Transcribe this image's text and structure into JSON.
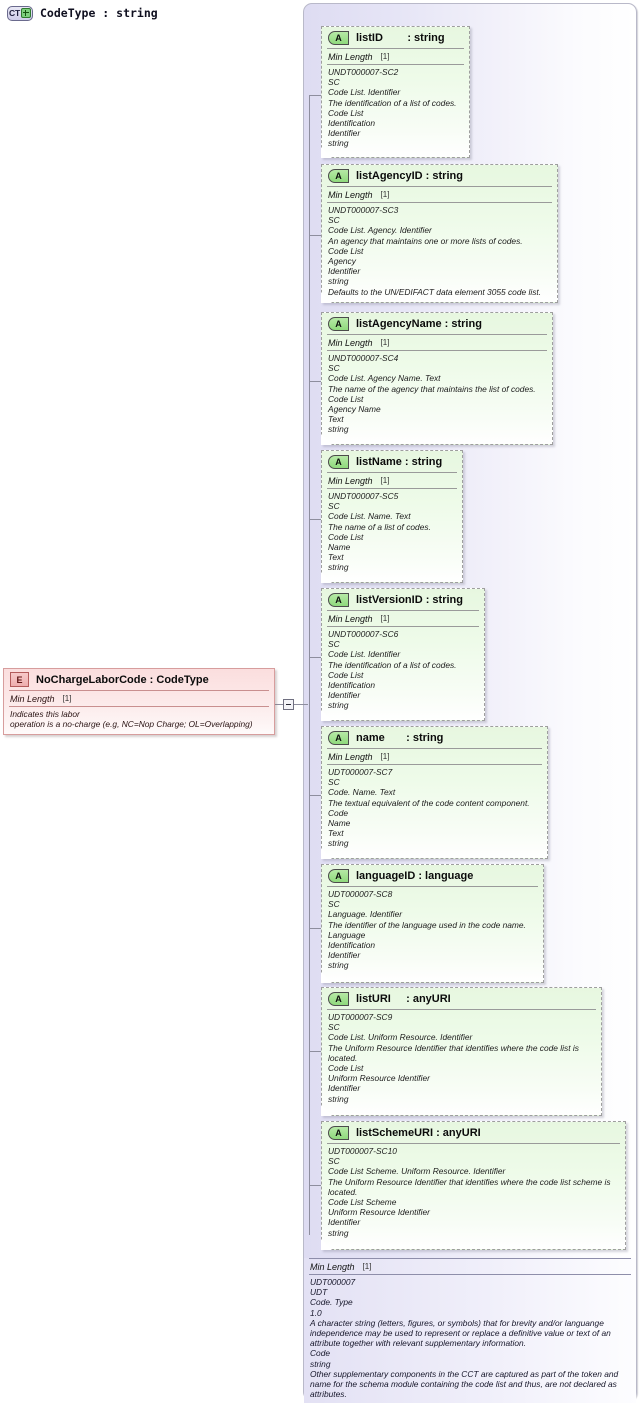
{
  "diagram": {
    "title": "XSD complexType CodeType diagram",
    "colors": {
      "attribute_fill": "#eefbe9",
      "element_fill": "#fce8e8",
      "container_fill": "#e6e5f6",
      "border": "#9e9e9e"
    }
  },
  "container": {
    "icon_label": "CT",
    "expand_icon": "plus-icon",
    "title": "CodeType : string"
  },
  "element": {
    "icon_label": "E",
    "title": "NoChargeLaborCode : CodeType",
    "facet_label": "Min Length",
    "facet_value": "[1]",
    "annotation": [
      "Indicates this labor",
      "operation is a no-charge (e.g, NC=Nop Charge; OL=Overlapping)"
    ],
    "toggle": "collapse-toggle"
  },
  "attributes": [
    {
      "icon_label": "A",
      "title": "listID        : string",
      "facet_label": "Min Length",
      "facet_value": "[1]",
      "lines": [
        "UNDT000007-SC2",
        "SC",
        "Code List. Identifier",
        "The identification of a list of codes.",
        "Code List",
        "Identification",
        "Identifier",
        "string"
      ]
    },
    {
      "icon_label": "A",
      "title": "listAgencyID : string",
      "facet_label": "Min Length",
      "facet_value": "[1]",
      "lines": [
        "UNDT000007-SC3",
        "SC",
        "Code List. Agency. Identifier",
        "An agency that maintains one or more lists of codes.",
        "Code List",
        "Agency",
        "Identifier",
        "string",
        "Defaults to the UN/EDIFACT data element 3055 code list."
      ]
    },
    {
      "icon_label": "A",
      "title": "listAgencyName : string",
      "facet_label": "Min Length",
      "facet_value": "[1]",
      "lines": [
        "UNDT000007-SC4",
        "SC",
        "Code List. Agency Name. Text",
        "The name of the agency that maintains the list of codes.",
        "Code List",
        "Agency Name",
        "Text",
        "string"
      ]
    },
    {
      "icon_label": "A",
      "title": "listName : string",
      "facet_label": "Min Length",
      "facet_value": "[1]",
      "lines": [
        "UNDT000007-SC5",
        "SC",
        "Code List. Name. Text",
        "The name of a list of codes.",
        "Code List",
        "Name",
        "Text",
        "string"
      ]
    },
    {
      "icon_label": "A",
      "title": "listVersionID : string",
      "facet_label": "Min Length",
      "facet_value": "[1]",
      "lines": [
        "UNDT000007-SC6",
        "SC",
        "Code List. Identifier",
        "The identification of a list of codes.",
        "Code List",
        "Identification",
        "Identifier",
        "string"
      ]
    },
    {
      "icon_label": "A",
      "title": "name       : string",
      "facet_label": "Min Length",
      "facet_value": "[1]",
      "lines": [
        "UDT000007-SC7",
        "SC",
        "Code. Name. Text",
        "The textual equivalent of the code content component.",
        "Code",
        "Name",
        "Text",
        "string"
      ]
    },
    {
      "icon_label": "A",
      "title": "languageID : language",
      "facet_label": "",
      "facet_value": "",
      "lines": [
        "UDT000007-SC8",
        "SC",
        "Language. Identifier",
        "The identifier of the language used in the code name.",
        "Language",
        "Identification",
        "Identifier",
        "string"
      ]
    },
    {
      "icon_label": "A",
      "title": "listURI     : anyURI",
      "facet_label": "",
      "facet_value": "",
      "lines": [
        "UDT000007-SC9",
        "SC",
        "Code List. Uniform Resource. Identifier",
        "The Uniform Resource Identifier that identifies where the code list is located.",
        "Code List",
        "Uniform Resource Identifier",
        "Identifier",
        "string"
      ]
    },
    {
      "icon_label": "A",
      "title": "listSchemeURI : anyURI",
      "facet_label": "",
      "facet_value": "",
      "lines": [
        "UDT000007-SC10",
        "SC",
        "Code List Scheme. Uniform Resource. Identifier",
        "The Uniform Resource Identifier that identifies where the code list scheme is located.",
        "Code List Scheme",
        "Uniform Resource Identifier",
        "Identifier",
        "string"
      ]
    }
  ],
  "footer": {
    "facet_label": "Min Length",
    "facet_value": "[1]",
    "lines": [
      "UDT000007",
      "UDT",
      "Code. Type",
      "1.0",
      "A character string (letters, figures, or symbols) that for brevity and/or languange independence may be used to represent or replace a definitive value or text of an attribute together with relevant supplementary information.",
      "Code",
      "string",
      "Other supplementary components in the CCT are captured as part of the token and name for the schema module containing the code list and thus, are not declared as attributes."
    ]
  }
}
